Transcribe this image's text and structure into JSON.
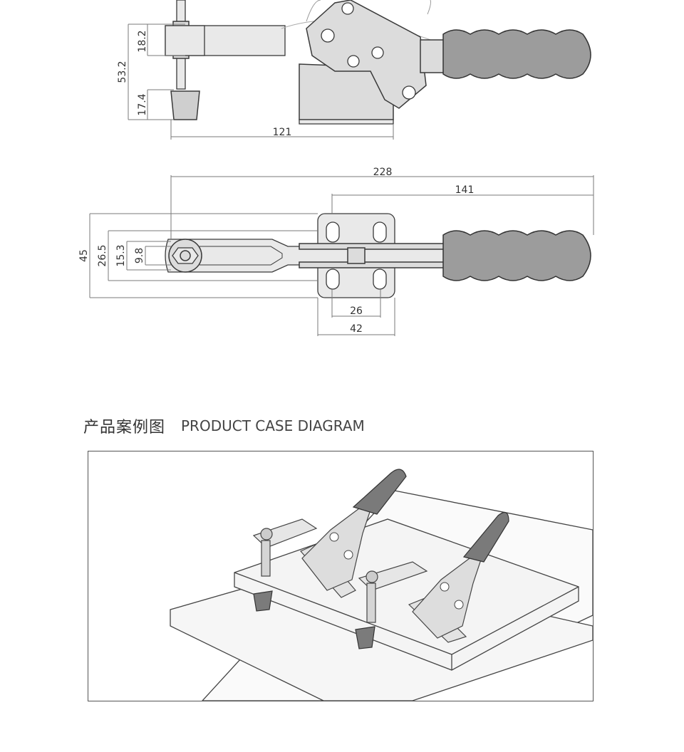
{
  "side_view": {
    "dimensions": {
      "d18_2": "18.2",
      "d53_2": "53.2",
      "d17_4": "17.4",
      "d121": "121"
    }
  },
  "top_view": {
    "dimensions": {
      "d228": "228",
      "d141": "141",
      "d45": "45",
      "d26_5": "26.5",
      "d15_3": "15.3",
      "d9_8": "9.8",
      "d26": "26",
      "d42": "42"
    }
  },
  "case_section": {
    "title_cn": "产品案例图",
    "title_en": "PRODUCT CASE DIAGRAM"
  }
}
